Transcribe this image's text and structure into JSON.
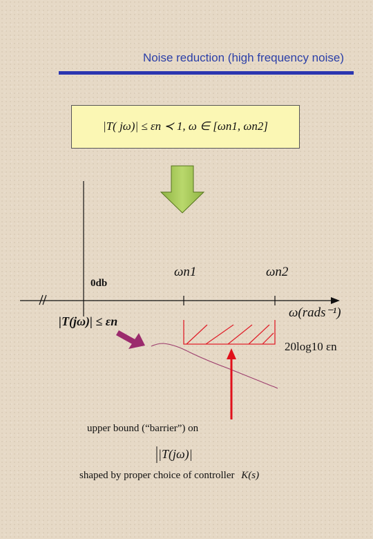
{
  "title": "Noise reduction (high frequency noise)",
  "formula": "|T( jω)| ≤ εn ≺ 1, ω ∈ [ωn1, ωn2]",
  "plot": {
    "zero_db_label": "0db",
    "omega1_label": "ωn1",
    "omega2_label": "ωn2",
    "x_axis_label": "ω(rads⁻¹)",
    "bound_label": "|T(jω)| ≤ εn",
    "barrier_label": "20log10 εn",
    "break_mark": "//"
  },
  "caption": {
    "line1": "upper bound (“barrier”) on",
    "line2": "|T(jω)|",
    "line3_prefix": "shaped by proper choice of controller",
    "line3_suffix": "K(s)"
  },
  "colors": {
    "title": "#2b3fa8",
    "rule": "#2b35b0",
    "formula_box": "#fbf7b4",
    "down_arrow": "#a9cc5a",
    "barrier": "#e0202a",
    "response_curve": "#9b3a6c",
    "pointer_arrow": "#9b2b6d",
    "red_arrow": "#e0101a"
  },
  "icons": {
    "down_arrow": "down-arrow-icon",
    "pointer_arrow": "pointer-arrow-icon",
    "red_arrow": "up-arrow-icon"
  }
}
